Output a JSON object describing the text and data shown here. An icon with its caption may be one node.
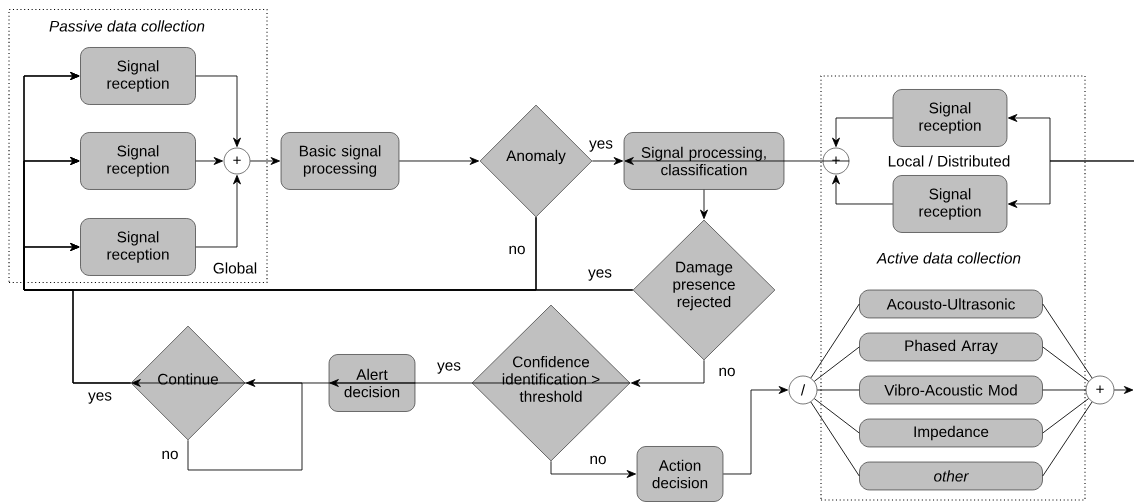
{
  "diagram": {
    "nodes": [
      {
        "text": [
          "Passive data collection",
          "Global"
        ]
      },
      {
        "text": [
          "Signal reception"
        ],
        "in": 0
      },
      {
        "text": [
          "Signal reception"
        ],
        "in": 0
      },
      {
        "text": [
          "Signal reception"
        ],
        "in": 0
      },
      {
        "text": [
          "+"
        ],
        "in": 0
      },
      {
        "text": [
          "Basic signal processing"
        ]
      },
      {
        "text": [
          "Anomaly"
        ]
      },
      {
        "text": [
          "Signal processing, classification"
        ]
      },
      {
        "text": [
          "Local / Distributed",
          "Active data collection"
        ]
      },
      {
        "text": [
          "+"
        ],
        "in": 8
      },
      {
        "text": [
          "Signal reception"
        ],
        "in": 8
      },
      {
        "text": [
          "Signal reception"
        ],
        "in": 8
      },
      {
        "text": [
          "Damage presence rejected"
        ]
      },
      {
        "text": [
          "Confidence identification > threshold"
        ]
      },
      {
        "text": [
          "Alert decision"
        ]
      },
      {
        "text": [
          "Continue"
        ]
      },
      {
        "text": [
          "Action decision"
        ]
      },
      {
        "text": [
          "/"
        ]
      },
      {
        "text": [
          "Acousto-Ultrasonic"
        ],
        "in": 8
      },
      {
        "text": [
          "Phased Array"
        ],
        "in": 8
      },
      {
        "text": [
          "Vibro-Acoustic Mod"
        ],
        "in": 8
      },
      {
        "text": [
          "Impedance"
        ],
        "in": 8
      },
      {
        "text": [
          "other"
        ],
        "in": 8
      },
      {
        "text": [
          "+"
        ]
      }
    ],
    "edges": [
      {
        "from": 1,
        "to": 4,
        "arrow": "to"
      },
      {
        "from": 2,
        "to": 4,
        "arrow": "to"
      },
      {
        "from": 3,
        "to": 4,
        "arrow": "to"
      },
      {
        "from": 4,
        "to": 5,
        "arrow": "to"
      },
      {
        "from": 5,
        "to": 6,
        "arrow": "to"
      },
      {
        "from": 6,
        "to": 7,
        "arrow": "to",
        "label": "yes"
      },
      {
        "from": 7,
        "to": 12,
        "arrow": "to"
      },
      {
        "from": 12,
        "to": 1,
        "arrow": "to",
        "label": "yes"
      },
      {
        "from": 12,
        "to": 2,
        "arrow": "to"
      },
      {
        "from": 12,
        "to": 3,
        "arrow": "to"
      },
      {
        "from": 6,
        "to": 1,
        "arrow": "to",
        "label": "no"
      },
      {
        "from": 6,
        "to": 2,
        "arrow": "to"
      },
      {
        "from": 6,
        "to": 3,
        "arrow": "to"
      },
      {
        "from": 12,
        "to": 13,
        "arrow": "to",
        "label": "no"
      },
      {
        "from": 13,
        "to": 14,
        "arrow": "to",
        "label": "yes"
      },
      {
        "from": 14,
        "to": 15,
        "arrow": "to"
      },
      {
        "from": 15,
        "to": 15,
        "arrow": "to",
        "label": "no"
      },
      {
        "from": 15,
        "to": 1,
        "arrow": "to",
        "label": "yes"
      },
      {
        "from": 15,
        "to": 2,
        "arrow": "to"
      },
      {
        "from": 15,
        "to": 3,
        "arrow": "to"
      },
      {
        "from": 13,
        "to": 16,
        "arrow": "to",
        "label": "no"
      },
      {
        "from": 16,
        "to": 17,
        "arrow": "to"
      },
      {
        "from": 17,
        "to": 18,
        "arrow": "none"
      },
      {
        "from": 17,
        "to": 19,
        "arrow": "none"
      },
      {
        "from": 17,
        "to": 20,
        "arrow": "none"
      },
      {
        "from": 17,
        "to": 21,
        "arrow": "none"
      },
      {
        "from": 17,
        "to": 22,
        "arrow": "none"
      },
      {
        "from": 18,
        "to": 23,
        "arrow": "none"
      },
      {
        "from": 19,
        "to": 23,
        "arrow": "none"
      },
      {
        "from": 20,
        "to": 23,
        "arrow": "none"
      },
      {
        "from": 21,
        "to": 23,
        "arrow": "none"
      },
      {
        "from": 22,
        "to": 23,
        "arrow": "none"
      },
      {
        "from": 23,
        "to": null,
        "arrow": "to"
      },
      {
        "from": null,
        "to": 10,
        "arrow": "to"
      },
      {
        "from": null,
        "to": 11,
        "arrow": "to"
      },
      {
        "from": 10,
        "to": 9,
        "arrow": "to"
      },
      {
        "from": 11,
        "to": 9,
        "arrow": "to"
      },
      {
        "from": 9,
        "to": 7,
        "arrow": "to"
      }
    ]
  }
}
